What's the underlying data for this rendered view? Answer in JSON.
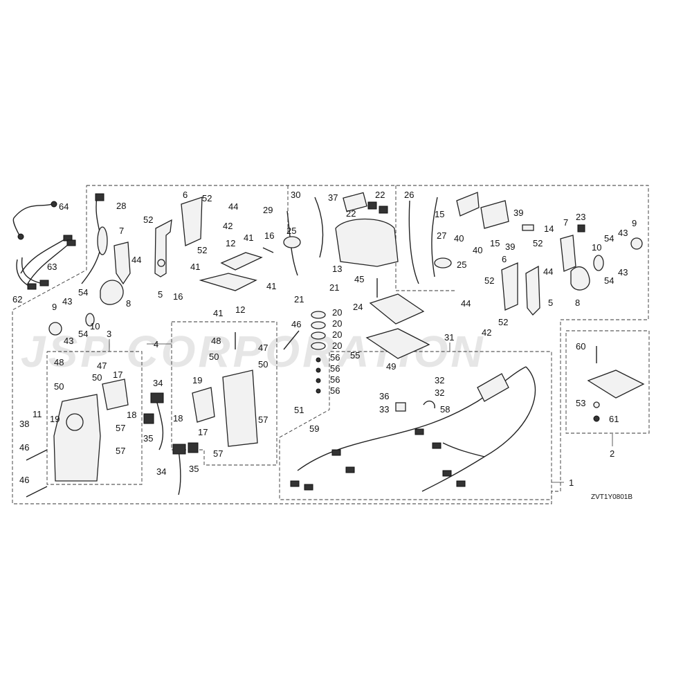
{
  "watermark": "JSP CORPORATION",
  "diagram_code": "ZVT1Y0801B",
  "callouts": {
    "c64": "64",
    "c63": "63",
    "c62": "62",
    "c28": "28",
    "c7a": "7",
    "c8a": "8",
    "c44a": "44",
    "c52a": "52",
    "c5a": "5",
    "c6a": "6",
    "c52b": "52",
    "c44b": "44",
    "c42a": "42",
    "c52c": "52",
    "c41a": "41",
    "c16a": "16",
    "c41b": "41",
    "c12a": "12",
    "c12b": "12",
    "c41c": "41",
    "c16b": "16",
    "c41d": "41",
    "c30": "30",
    "c37": "37",
    "c22a": "22",
    "c22b": "22",
    "c29": "29",
    "c25a": "25",
    "c13": "13",
    "c45": "45",
    "c21a": "21",
    "c21b": "21",
    "c20a": "20",
    "c20b": "20",
    "c20c": "20",
    "c20d": "20",
    "c24": "24",
    "c46a": "46",
    "c56a": "56",
    "c56b": "56",
    "c56c": "56",
    "c56d": "56",
    "c55": "55",
    "c49": "49",
    "c31": "31",
    "c26": "26",
    "c15a": "15",
    "c40a": "40",
    "c15b": "15",
    "c40b": "40",
    "c39a": "39",
    "c39b": "39",
    "c14": "14",
    "c27": "27",
    "c25b": "25",
    "c7b": "7",
    "c23": "23",
    "c43a": "43",
    "c9a": "9",
    "c54a": "54",
    "c10a": "10",
    "c54b": "54",
    "c43b": "43",
    "c52d": "52",
    "c44c": "44",
    "c6b": "6",
    "c52e": "52",
    "c44d": "44",
    "c5b": "5",
    "c8b": "8",
    "c42b": "42",
    "c52f": "52",
    "c9b": "9",
    "c43c": "43",
    "c54c": "54",
    "c10b": "10",
    "c54d": "54",
    "c43d": "43",
    "c3": "3",
    "c48a": "48",
    "c47a": "47",
    "c17a": "17",
    "c50a": "50",
    "c50b": "50",
    "c18a": "18",
    "c19a": "19",
    "c57a": "57",
    "c57b": "57",
    "c11": "11",
    "c38": "38",
    "c46b": "46",
    "c46c": "46",
    "c34a": "34",
    "c35a": "35",
    "c34b": "34",
    "c35b": "35",
    "c4": "4",
    "c48b": "48",
    "c47b": "47",
    "c50c": "50",
    "c50d": "50",
    "c19b": "19",
    "c18b": "18",
    "c17b": "17",
    "c57c": "57",
    "c57d": "57",
    "c51": "51",
    "c59": "59",
    "c32a": "32",
    "c32b": "32",
    "c36": "36",
    "c33": "33",
    "c58": "58",
    "c60": "60",
    "c53": "53",
    "c61": "61",
    "c2": "2",
    "c1": "1"
  }
}
